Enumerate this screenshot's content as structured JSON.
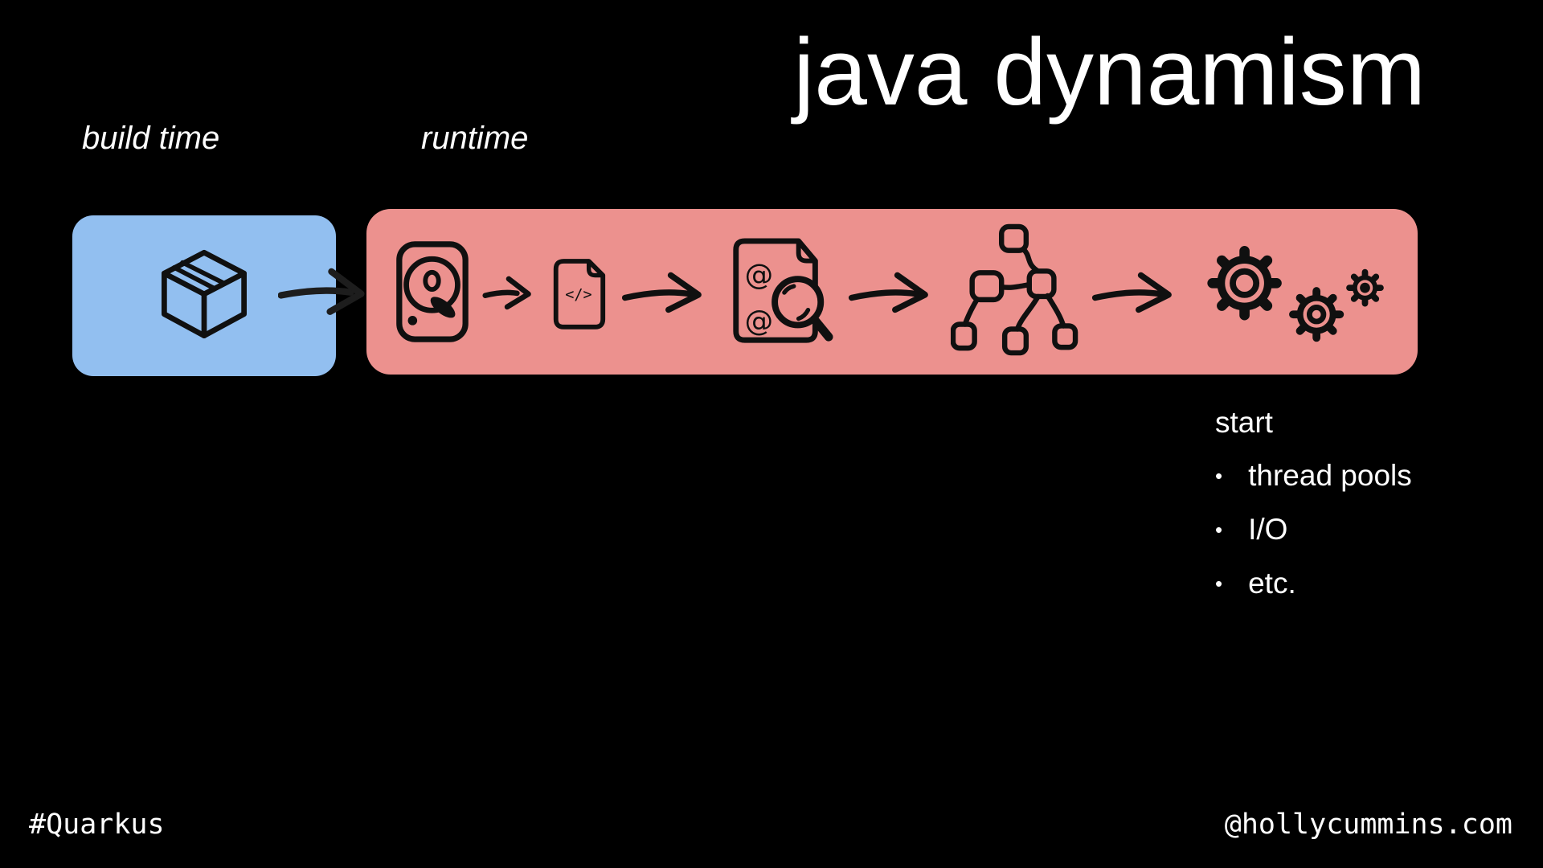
{
  "title": "java dynamism",
  "labels": {
    "build_time": "build time",
    "runtime": "runtime"
  },
  "icons": {
    "build_box": "package-icon",
    "build_to_runtime": "arrow-icon",
    "runtime_pipeline": [
      "hard-disk-icon",
      "arrow-icon",
      "code-file-icon",
      "arrow-icon",
      "annotation-scan-icon",
      "arrow-icon",
      "object-graph-icon",
      "arrow-icon",
      "gears-icon"
    ]
  },
  "icon_labels": {
    "code_file": "</>",
    "at": "@"
  },
  "start_list": {
    "heading": "start",
    "bullet": "•",
    "items": [
      "thread pools",
      "I/O",
      "etc."
    ]
  },
  "footer": {
    "hashtag": "#Quarkus",
    "handle": "@hollycummins.com"
  },
  "colors": {
    "background": "#000000",
    "text": "#ffffff",
    "build_box": "#92bff0",
    "runtime_box": "#ec918e",
    "ink": "#101010",
    "junction_ink": "#1d1d1d"
  }
}
